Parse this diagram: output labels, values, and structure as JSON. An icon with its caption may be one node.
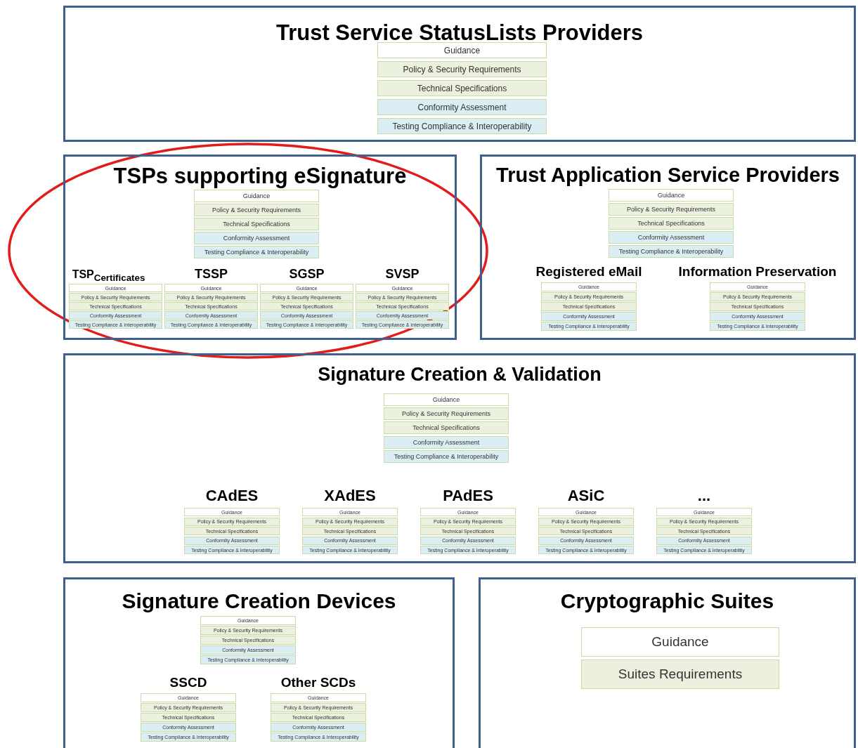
{
  "diagram": {
    "nodes": [
      {
        "text": [
          "Trust Service StatusLists Providers"
        ]
      },
      {
        "text": [
          "Guidance"
        ],
        "in": 0
      },
      {
        "text": [
          "Policy & Security Requirements"
        ],
        "in": 0
      },
      {
        "text": [
          "Technical Specifications"
        ],
        "in": 0
      },
      {
        "text": [
          "Conformity Assessment"
        ],
        "in": 0
      },
      {
        "text": [
          "Testing Compliance & Interoperability"
        ],
        "in": 0
      },
      {
        "text": [
          "TSPs supporting eSignature"
        ]
      },
      {
        "text": [
          "Guidance"
        ],
        "in": 6
      },
      {
        "text": [
          "Policy & Security Requirements"
        ],
        "in": 6
      },
      {
        "text": [
          "Technical Specifications"
        ],
        "in": 6
      },
      {
        "text": [
          "Conformity Assessment"
        ],
        "in": 6
      },
      {
        "text": [
          "Testing Compliance & Interoperability"
        ],
        "in": 6
      },
      {
        "text": [
          "Guidance"
        ],
        "in": 6,
        "beside": [
          "TSP$_{Certificates}$"
        ]
      },
      {
        "text": [
          "Policy & Security Requirements"
        ],
        "in": 6
      },
      {
        "text": [
          "Technical Specifications"
        ],
        "in": 6
      },
      {
        "text": [
          "Conformity Assessment"
        ],
        "in": 6
      },
      {
        "text": [
          "Testing Compliance & Interoperability"
        ],
        "in": 6
      },
      {
        "text": [
          "Guidance"
        ],
        "in": 6,
        "beside": [
          "TSSP"
        ]
      },
      {
        "text": [
          "Policy & Security Requirements"
        ],
        "in": 6
      },
      {
        "text": [
          "Technical Specifications"
        ],
        "in": 6
      },
      {
        "text": [
          "Conformity Assessment"
        ],
        "in": 6
      },
      {
        "text": [
          "Testing Compliance & Interoperability"
        ],
        "in": 6
      },
      {
        "text": [
          "Guidance"
        ],
        "in": 6,
        "beside": [
          "SGSP"
        ]
      },
      {
        "text": [
          "Policy & Security Requirements"
        ],
        "in": 6
      },
      {
        "text": [
          "Technical Specifications"
        ],
        "in": 6
      },
      {
        "text": [
          "Conformity Assessment"
        ],
        "in": 6
      },
      {
        "text": [
          "Testing Compliance & Interoperability"
        ],
        "in": 6
      },
      {
        "text": [
          "Guidance"
        ],
        "in": 6,
        "beside": [
          "SVSP"
        ]
      },
      {
        "text": [
          "Policy & Security Requirements"
        ],
        "in": 6
      },
      {
        "text": [
          "Technical Specifications"
        ],
        "in": 6
      },
      {
        "text": [
          "Conformity Assessment"
        ],
        "in": 6
      },
      {
        "text": [
          "Testing Compliance & Interoperability"
        ],
        "in": 6
      },
      {
        "text": [
          "Trust Application Service Providers"
        ]
      },
      {
        "text": [
          "Guidance"
        ],
        "in": 32
      },
      {
        "text": [
          "Policy & Security Requirements"
        ],
        "in": 32
      },
      {
        "text": [
          "Technical Specifications"
        ],
        "in": 32
      },
      {
        "text": [
          "Conformity Assessment"
        ],
        "in": 32
      },
      {
        "text": [
          "Testing Compliance & Interoperability"
        ],
        "in": 32
      },
      {
        "text": [
          "Guidance"
        ],
        "in": 32,
        "beside": [
          "Registered eMail"
        ]
      },
      {
        "text": [
          "Policy & Security Requirements"
        ],
        "in": 32
      },
      {
        "text": [
          "Technical Specifications"
        ],
        "in": 32
      },
      {
        "text": [
          "Conformity Assessment"
        ],
        "in": 32
      },
      {
        "text": [
          "Testing Compliance & Interoperability"
        ],
        "in": 32
      },
      {
        "text": [
          "Guidance"
        ],
        "in": 32,
        "beside": [
          "Information Preservation"
        ]
      },
      {
        "text": [
          "Policy & Security Requirements"
        ],
        "in": 32
      },
      {
        "text": [
          "Technical Specifications"
        ],
        "in": 32
      },
      {
        "text": [
          "Conformity Assessment"
        ],
        "in": 32
      },
      {
        "text": [
          "Testing Compliance & Interoperability"
        ],
        "in": 32
      },
      {
        "text": [
          "Signature Creation & Validation"
        ]
      },
      {
        "text": [
          "Guidance"
        ],
        "in": 48
      },
      {
        "text": [
          "Policy & Security Requirements"
        ],
        "in": 48
      },
      {
        "text": [
          "Technical Specifications"
        ],
        "in": 48
      },
      {
        "text": [
          "Conformity Assessment"
        ],
        "in": 48
      },
      {
        "text": [
          "Testing Compliance & Interoperability"
        ],
        "in": 48
      },
      {
        "text": [
          "Guidance"
        ],
        "in": 48,
        "beside": [
          "CAdES"
        ]
      },
      {
        "text": [
          "Policy & Security Requirements"
        ],
        "in": 48
      },
      {
        "text": [
          "Technical Specifications"
        ],
        "in": 48
      },
      {
        "text": [
          "Conformity Assessment"
        ],
        "in": 48
      },
      {
        "text": [
          "Testing Compliance & Interoperability"
        ],
        "in": 48
      },
      {
        "text": [
          "Guidance"
        ],
        "in": 48,
        "beside": [
          "XAdES"
        ]
      },
      {
        "text": [
          "Policy & Security Requirements"
        ],
        "in": 48
      },
      {
        "text": [
          "Technical Specifications"
        ],
        "in": 48
      },
      {
        "text": [
          "Conformity Assessment"
        ],
        "in": 48
      },
      {
        "text": [
          "Testing Compliance & Interoperability"
        ],
        "in": 48
      },
      {
        "text": [
          "Guidance"
        ],
        "in": 48,
        "beside": [
          "PAdES"
        ]
      },
      {
        "text": [
          "Policy & Security Requirements"
        ],
        "in": 48
      },
      {
        "text": [
          "Technical Specifications"
        ],
        "in": 48
      },
      {
        "text": [
          "Conformity Assessment"
        ],
        "in": 48
      },
      {
        "text": [
          "Testing Compliance & Interoperability"
        ],
        "in": 48
      },
      {
        "text": [
          "Guidance"
        ],
        "in": 48,
        "beside": [
          "ASiC"
        ]
      },
      {
        "text": [
          "Policy & Security Requirements"
        ],
        "in": 48
      },
      {
        "text": [
          "Technical Specifications"
        ],
        "in": 48
      },
      {
        "text": [
          "Conformity Assessment"
        ],
        "in": 48
      },
      {
        "text": [
          "Testing Compliance & Interoperability"
        ],
        "in": 48
      },
      {
        "text": [
          "Guidance"
        ],
        "in": 48,
        "beside": [
          "..."
        ]
      },
      {
        "text": [
          "Policy & Security Requirements"
        ],
        "in": 48
      },
      {
        "text": [
          "Technical Specifications"
        ],
        "in": 48
      },
      {
        "text": [
          "Conformity Assessment"
        ],
        "in": 48
      },
      {
        "text": [
          "Testing Compliance & Interoperability"
        ],
        "in": 48
      },
      {
        "text": [
          "Signature Creation Devices"
        ]
      },
      {
        "text": [
          "Guidance"
        ],
        "in": 79
      },
      {
        "text": [
          "Policy & Security Requirements"
        ],
        "in": 79
      },
      {
        "text": [
          "Technical Specifications"
        ],
        "in": 79
      },
      {
        "text": [
          "Conformity Assessment"
        ],
        "in": 79
      },
      {
        "text": [
          "Testing Compliance & Interoperability"
        ],
        "in": 79
      },
      {
        "text": [
          "Guidance"
        ],
        "in": 79,
        "beside": [
          "SSCD"
        ]
      },
      {
        "text": [
          "Policy & Security Requirements"
        ],
        "in": 79
      },
      {
        "text": [
          "Technical Specifications"
        ],
        "in": 79
      },
      {
        "text": [
          "Conformity Assessment"
        ],
        "in": 79
      },
      {
        "text": [
          "Testing Compliance & Interoperability"
        ],
        "in": 79
      },
      {
        "text": [
          "Guidance"
        ],
        "in": 79,
        "beside": [
          "Other SCDs"
        ]
      },
      {
        "text": [
          "Policy & Security Requirements"
        ],
        "in": 79
      },
      {
        "text": [
          "Technical Specifications"
        ],
        "in": 79
      },
      {
        "text": [
          "Conformity Assessment"
        ],
        "in": 79
      },
      {
        "text": [
          "Testing Compliance & Interoperability"
        ],
        "in": 79
      },
      {
        "text": [
          "Cryptographic Suites"
        ]
      },
      {
        "text": [
          "Guidance"
        ],
        "in": 95
      },
      {
        "text": [
          "Suites Requirements"
        ],
        "in": 95
      }
    ],
    "edges": []
  }
}
